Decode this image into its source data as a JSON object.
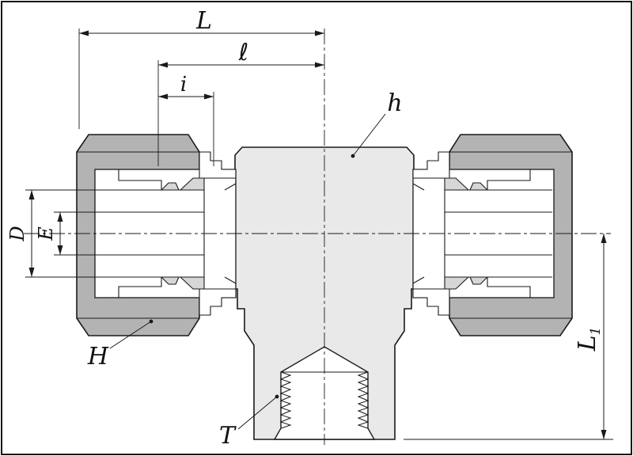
{
  "drawing": {
    "kind": "engineering dimension drawing",
    "subject": "compression tube fitting - union tee, side view with bottom branch",
    "dimension_labels": {
      "overall_length": "L",
      "ell": "ℓ",
      "i": "i",
      "hex_body": "h",
      "tube_od": "D",
      "bore": "E",
      "nut": "H",
      "thread": "T",
      "branch_height_base": "L",
      "branch_height_sub": "1"
    },
    "colors": {
      "background": "#ffffff",
      "body_fill": "#e9e9e9",
      "nut_fill": "#b3b3b3",
      "detail_fill": "#d6d6d6",
      "line": "#1a1a1a"
    }
  }
}
